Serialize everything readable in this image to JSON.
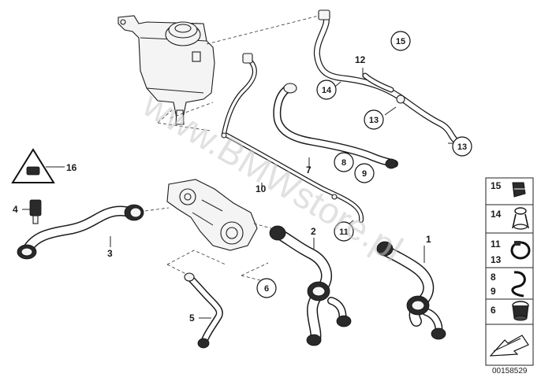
{
  "watermark": "www.BMWstore.pl",
  "reference_code": "00158529",
  "callouts": {
    "n1": "1",
    "n2": "2",
    "n3": "3",
    "n4": "4",
    "n5": "5",
    "n6": "6",
    "n7": "7",
    "n8": "8",
    "n9": "9",
    "n10": "10",
    "n11": "11",
    "n12": "12",
    "n13a": "13",
    "n13b": "13",
    "n14": "14",
    "n15": "15",
    "n16": "16"
  },
  "legend": [
    {
      "label": "15",
      "icon": "hose-clamp-icon"
    },
    {
      "label": "14",
      "icon": "spring-clip-icon"
    },
    {
      "label": "11",
      "icon": "band-clamp-icon"
    },
    {
      "label": "13",
      "icon": "band-clamp-icon"
    },
    {
      "label": "8",
      "icon": "clip-icon"
    },
    {
      "label": "9",
      "icon": "clip-icon"
    },
    {
      "label": "6",
      "icon": "quick-connector-icon"
    }
  ],
  "colors": {
    "line": "#1c1c1c",
    "background": "#ffffff",
    "watermark": "#c9c9c9"
  }
}
